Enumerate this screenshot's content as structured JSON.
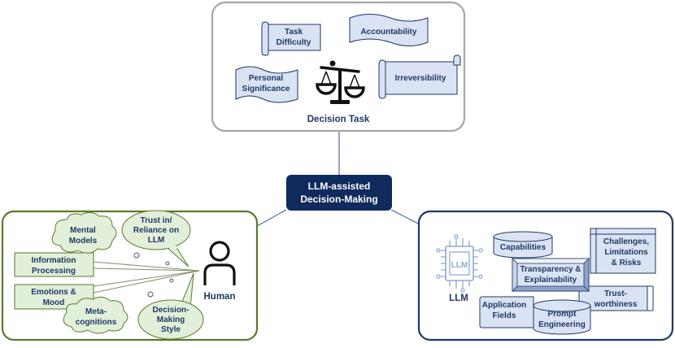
{
  "center": {
    "line1": "LLM-assisted",
    "line2": "Decision-Making"
  },
  "task": {
    "label": "Decision Task",
    "items": {
      "task_difficulty": [
        "Task",
        "Difficulty"
      ],
      "accountability": [
        "Accountability"
      ],
      "personal_significance": [
        "Personal",
        "Significance"
      ],
      "irreversibility": [
        "Irreversibility"
      ]
    }
  },
  "human": {
    "label": "Human",
    "bubbles": {
      "mental_models": [
        "Mental",
        "Models"
      ],
      "trust": [
        "Trust in/",
        "Reliance on",
        "LLM"
      ],
      "metacognitions": [
        "Meta-",
        "cognitions"
      ],
      "style": [
        "Decision-",
        "Making",
        "Style"
      ]
    },
    "boxes": {
      "info": [
        "Information",
        "Processing"
      ],
      "emotions": [
        "Emotions &",
        "Mood"
      ]
    }
  },
  "llm": {
    "label": "LLM",
    "chip_text": "LLM",
    "items": {
      "capabilities": [
        "Capabilities"
      ],
      "challenges": [
        "Challenges,",
        "Limitations",
        "& Risks"
      ],
      "transparency": [
        "Transparency &",
        "Explainability"
      ],
      "trust": [
        "Trust-",
        "worthiness"
      ],
      "application": [
        "Application",
        "Fields"
      ],
      "prompt": [
        "Prompt",
        "Engineering"
      ]
    }
  },
  "colors": {
    "task_border": "#a6a6a6",
    "human_border": "#5a7a2e",
    "human_fill": "#e2efd9",
    "llm_border": "#1f3864",
    "llm_fill": "#dae3f3",
    "center_fill": "#0f2a5c",
    "text": "#1f3864",
    "connector": "#4a6fa5"
  }
}
